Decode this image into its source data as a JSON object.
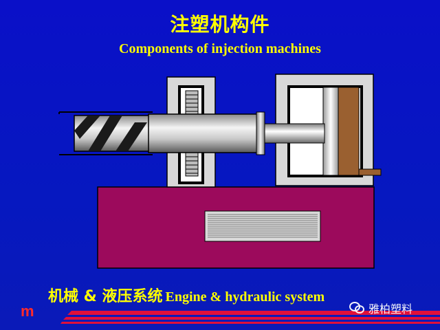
{
  "title_cn": "注塑机构件",
  "title_en": "Components of injection machines",
  "caption_cn": "机械 & 液压系统",
  "caption_en": "Engine & hydraulic system",
  "logo_letter": "m",
  "watermark": "雅柏塑料",
  "colors": {
    "background": "#0a14c4",
    "title": "#ffff00",
    "base": "#9c0a5c",
    "frame": "#d8d8d8",
    "piston": "#9a6030",
    "stripe": "#e0103a"
  },
  "icons": [
    "wechat-icon"
  ]
}
